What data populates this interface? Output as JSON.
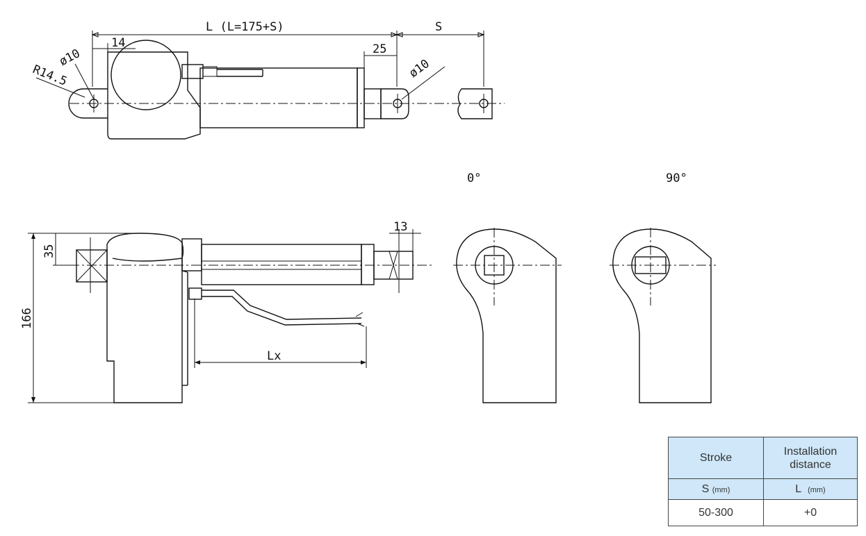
{
  "drawing": {
    "dim_length": "L (L=175+S)",
    "dim_stroke": "S",
    "dim_14": "14",
    "dim_25": "25",
    "dim_dia_rear": "ø10",
    "dim_dia_front": "ø10",
    "dim_radius": "R14.5",
    "dim_35": "35",
    "dim_166": "166",
    "dim_13": "13",
    "dim_lx": "Lx",
    "angle_0": "0°",
    "angle_90": "90°"
  },
  "table": {
    "col1_header": "Stroke",
    "col2_header": "Installation distance",
    "col1_sub": "S",
    "col1_unit": "(mm)",
    "col2_sub": "L",
    "col2_unit": "(mm)",
    "row1_stroke": "50-300",
    "row1_distance": "+0"
  }
}
